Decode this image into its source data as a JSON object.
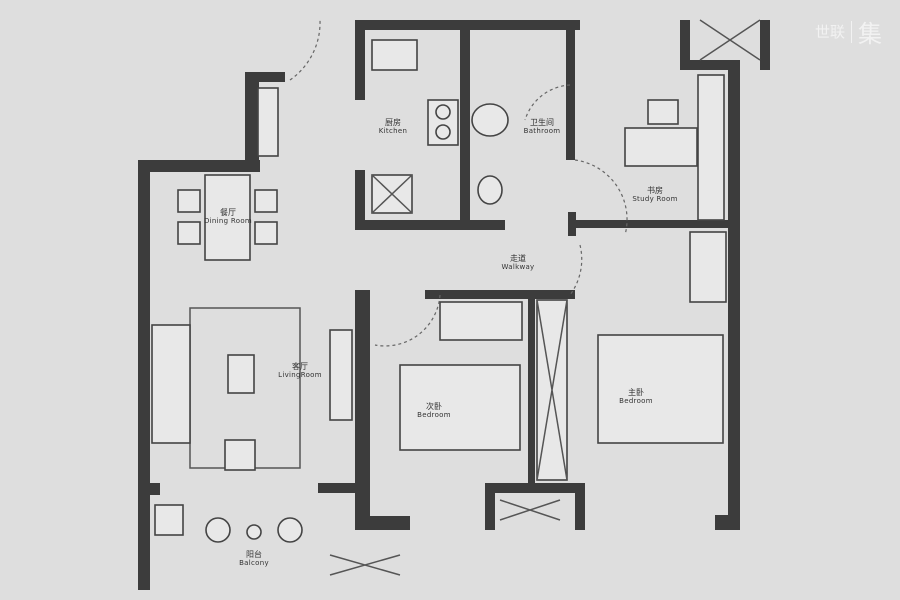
{
  "watermark": {
    "brand": "世联",
    "mark": "集"
  },
  "rooms": [
    {
      "id": "kitchen",
      "cn": "厨房",
      "en": "Kitchen"
    },
    {
      "id": "bathroom",
      "cn": "卫生间",
      "en": "Bathroom"
    },
    {
      "id": "study",
      "cn": "书房",
      "en": "Study Room"
    },
    {
      "id": "dining",
      "cn": "餐厅",
      "en": "Dining Room"
    },
    {
      "id": "walkway",
      "cn": "走道",
      "en": "Walkway"
    },
    {
      "id": "living",
      "cn": "客厅",
      "en": "LivingRoom"
    },
    {
      "id": "bedroom2",
      "cn": "次卧",
      "en": "Bedroom"
    },
    {
      "id": "master",
      "cn": "主卧",
      "en": "Bedroom"
    },
    {
      "id": "balcony",
      "cn": "阳台",
      "en": "Balcony"
    }
  ],
  "colors": {
    "wall": "#3c3c3c",
    "background": "#dedede"
  }
}
